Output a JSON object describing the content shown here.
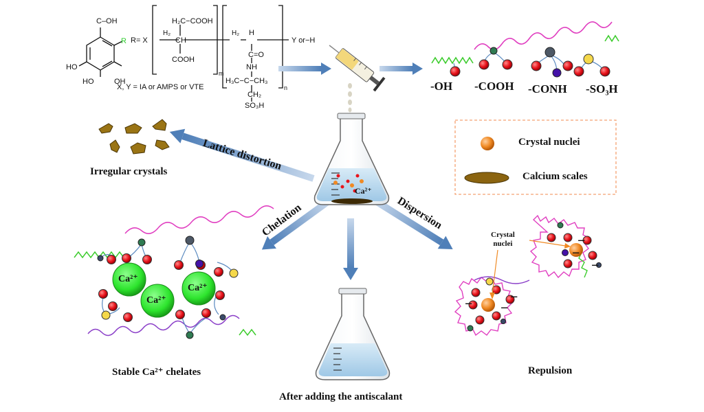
{
  "structure": {
    "r_group_label": "R",
    "r_eq": "R= X",
    "oh1": "OH",
    "oh2": "HO",
    "oh3": "OH",
    "oh4": "HO",
    "cooh_top": "C–OH",
    "h2c_cooh": "H₂C−COOH",
    "h2_left": "H₂",
    "ch": "CH",
    "cooh_bottom": "COOH",
    "sub_m": "m",
    "h2_right": "H₂",
    "h": "H",
    "c_o": "C=O",
    "nh": "NH",
    "ch3_row": "H₃C−C−CH₃",
    "ch2": "CH₂",
    "so3h": "SO₃H",
    "sub_n": "n",
    "end_group": "Y or−H",
    "xy_note": "X, Y = IA or AMPS or VTE"
  },
  "functional_groups": {
    "oh": "-OH",
    "cooh": "-COOH",
    "conh": "-CONH",
    "so3h": "-SO₃H"
  },
  "legend": {
    "nuclei": "Crystal nuclei",
    "scales": "Calcium scales"
  },
  "flask_label": "Ca²⁺",
  "arrows": {
    "lattice": "Lattice  distortion",
    "chelation": "Chelation",
    "dispersion": "Dispersion"
  },
  "captions": {
    "irregular": "Irregular crystals",
    "chelates": "Stable Ca²⁺ chelates",
    "after": "After adding the antiscalant",
    "repulsion": "Repulsion"
  },
  "chelate_ions": [
    "Ca²⁺",
    "Ca²⁺",
    "Ca²⁺"
  ],
  "repulsion": {
    "nuclei_label": "Crystal\nnuclei",
    "minus": "−"
  },
  "colors": {
    "arrow": "#4f7fb8",
    "red_ball": "#e8141c",
    "ca_green": "#2ee52e",
    "nuclei_orange": "#f08a24",
    "scale_brown": "#8b6410",
    "liquid": "#b9d9ef",
    "chain_green": "#3dcc2e",
    "chain_magenta": "#e03ec0",
    "chain_purple": "#8a3ec8"
  }
}
